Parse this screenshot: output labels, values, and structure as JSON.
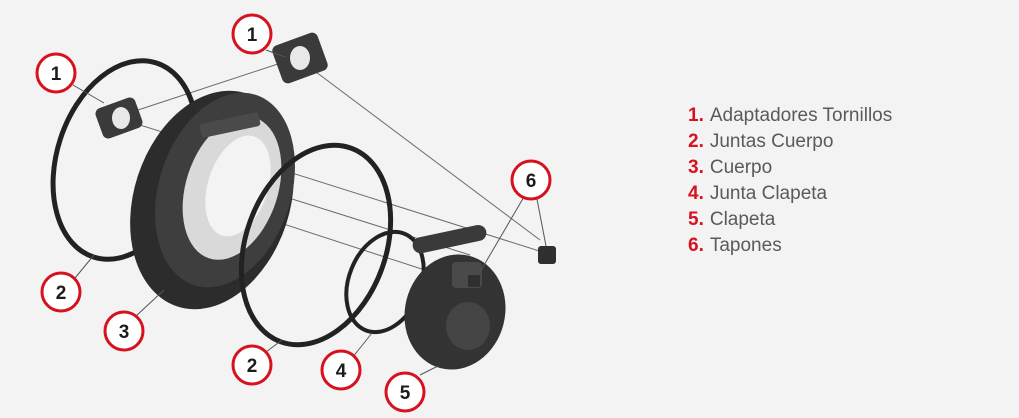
{
  "colors": {
    "accent": "#d6121f",
    "legend_text": "#5a5a5a",
    "part": "#2a2a2a",
    "background": "#f3f3f3"
  },
  "callouts": [
    "1",
    "1",
    "2",
    "3",
    "2",
    "4",
    "5",
    "6"
  ],
  "legend": [
    {
      "num": "1.",
      "label": "Adaptadores Tornillos"
    },
    {
      "num": "2.",
      "label": "Juntas Cuerpo"
    },
    {
      "num": "3.",
      "label": "Cuerpo"
    },
    {
      "num": "4.",
      "label": "Junta Clapeta"
    },
    {
      "num": "5.",
      "label": "Clapeta"
    },
    {
      "num": "6.",
      "label": "Tapones"
    }
  ]
}
